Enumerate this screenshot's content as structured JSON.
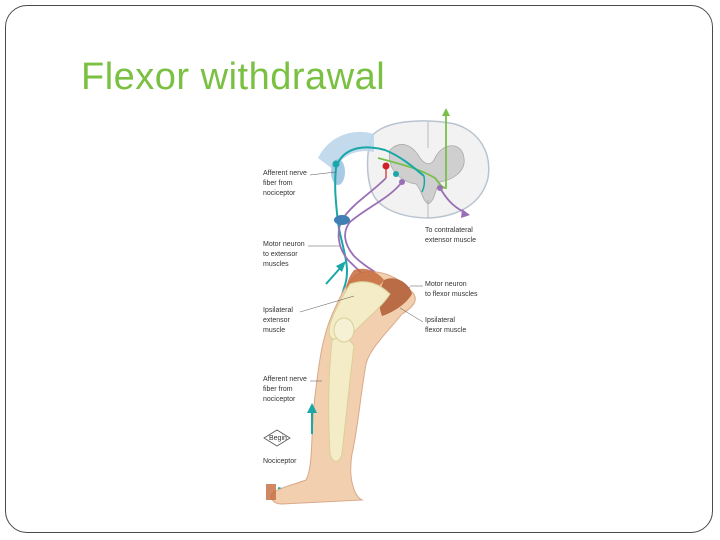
{
  "slide": {
    "title": "Flexor withdrawal"
  },
  "diagram": {
    "labels": {
      "afferent_top": [
        "Afferent nerve",
        "fiber from",
        "nociceptor"
      ],
      "motor_extensor": [
        "Motor neuron",
        "to extensor",
        "muscles"
      ],
      "contralateral": [
        "To contralateral",
        "extensor muscle"
      ],
      "motor_flexor": [
        "Motor neuron",
        "to flexor muscles"
      ],
      "ipsi_extensor": [
        "Ipsilateral",
        "extensor",
        "muscle"
      ],
      "ipsi_flexor": [
        "Ipsilateral",
        "flexor muscle"
      ],
      "afferent_bottom": [
        "Afferent nerve",
        "fiber from",
        "nociceptor"
      ],
      "begin": "Begin",
      "nociceptor": "Nociceptor"
    },
    "colors": {
      "afferent": "#1aa7a8",
      "motor_extensor": "#9b6fb5",
      "ascending": "#78c04a",
      "inhibitory": "#d0202a",
      "skin": "#f2cfae",
      "muscle": "#c46a3c",
      "bone": "#f3ecc6",
      "spinal_gray": "#cfcfcf",
      "title": "#7ac143"
    }
  }
}
